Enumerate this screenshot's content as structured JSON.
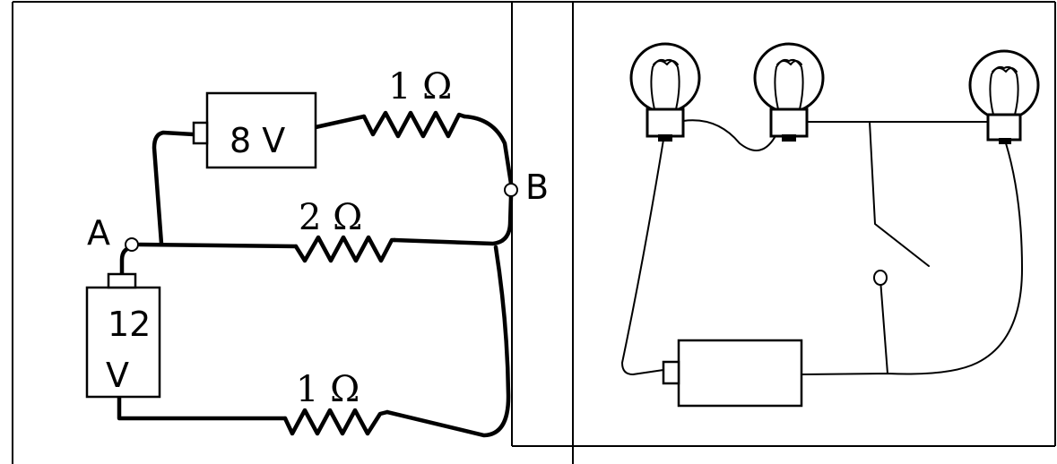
{
  "left_circuit": {
    "top_battery": "8 V",
    "bottom_battery_line1": "12",
    "bottom_battery_line2": "V",
    "resistor_top": "1 Ω",
    "resistor_middle": "2 Ω",
    "resistor_bottom": "1 Ω",
    "node_a": "A",
    "node_b": "B"
  },
  "right_circuit": {
    "bulbs": 3
  }
}
